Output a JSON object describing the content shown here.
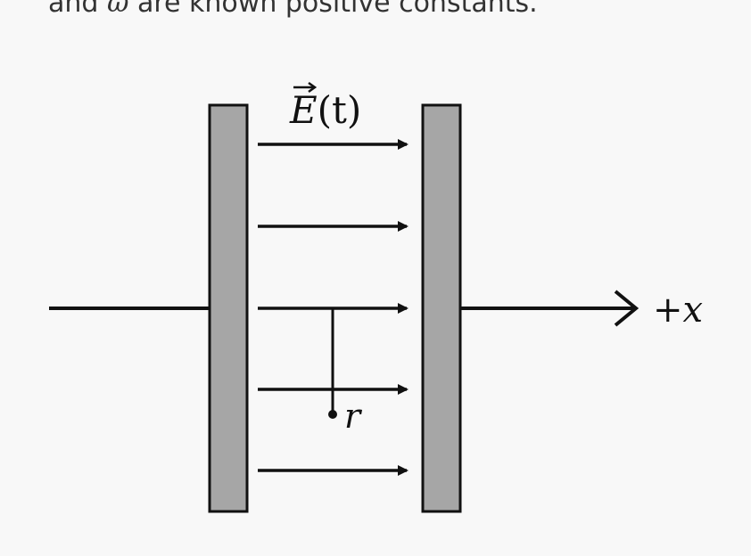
{
  "text": {
    "prefix": "and ",
    "omega": "ω",
    "suffix": " are known positive constants."
  },
  "diagram": {
    "field_label_letter": "E",
    "field_label_arg": "(t)",
    "radius_label": "r",
    "axis_label": "+x"
  },
  "colors": {
    "plate_fill": "#a6a6a6",
    "stroke": "#111111",
    "text": "#333333"
  }
}
